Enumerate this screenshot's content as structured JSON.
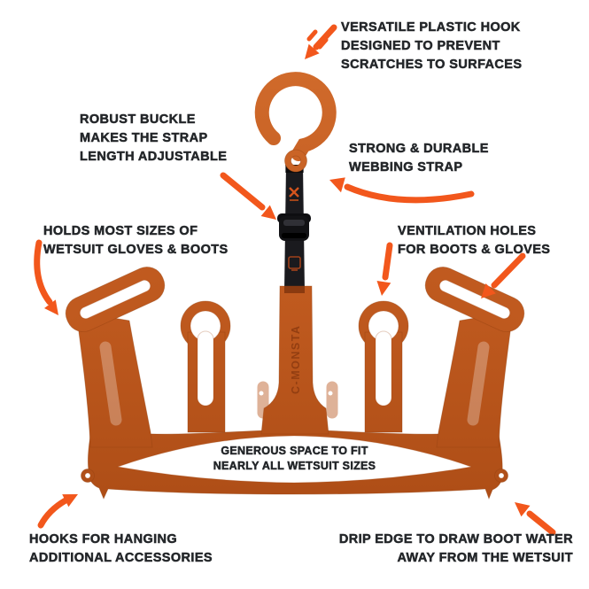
{
  "figure": {
    "kind": "product feature callout diagram",
    "product": "wetsuit boot and glove hanger"
  },
  "branding": {
    "embossed_text": "C-MONSTA"
  },
  "colors": {
    "body_orange": "#c05a1f",
    "arrow_orange": "#f2571c",
    "strap_black": "#1a1a1e",
    "text_dark": "#24272a",
    "background": "#ffffff"
  },
  "callouts": {
    "hook": {
      "text": "VERSATILE PLASTIC HOOK\nDESIGNED TO PREVENT\nSCRATCHES TO SURFACES"
    },
    "buckle": {
      "text": "ROBUST BUCKLE\nMAKES THE STRAP\nLENGTH ADJUSTABLE"
    },
    "strap": {
      "text": "STRONG & DURABLE\nWEBBING STRAP"
    },
    "holds": {
      "text": "HOLDS MOST SIZES OF\nWETSUIT GLOVES & BOOTS"
    },
    "ventilation": {
      "text": "VENTILATION HOLES\nFOR BOOTS & GLOVES"
    },
    "space": {
      "text": "GENEROUS SPACE TO FIT\nNEARLY ALL WETSUIT SIZES"
    },
    "accessory_hooks": {
      "text": "HOOKS FOR HANGING\nADDITIONAL ACCESSORIES"
    },
    "drip_edge": {
      "text": "DRIP EDGE TO DRAW BOOT WATER\nAWAY FROM THE WETSUIT"
    }
  }
}
